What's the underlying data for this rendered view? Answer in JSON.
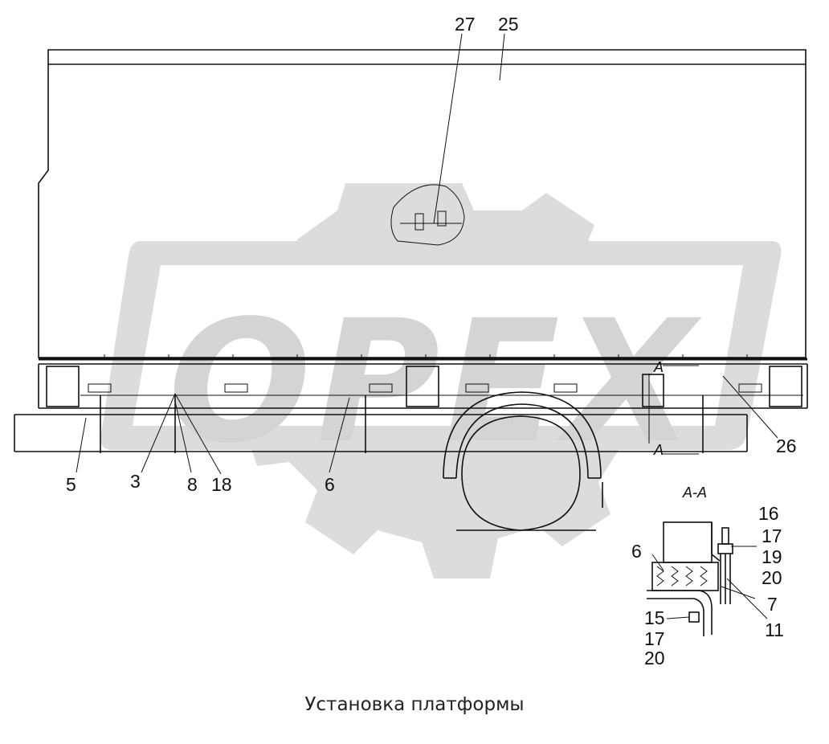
{
  "caption": "Установка платформы",
  "section_label": "A-A",
  "section_markers": [
    "A",
    "A"
  ],
  "callouts_main": [
    "27",
    "25",
    "26",
    "5",
    "3",
    "8",
    "18",
    "6"
  ],
  "callouts_section": [
    "16",
    "17",
    "19",
    "20",
    "6",
    "7",
    "15",
    "11",
    "17",
    "20"
  ],
  "watermark_text": "ОРЕХ",
  "colors": {
    "line": "#111111",
    "watermark": "#d9d9d9",
    "background": "#ffffff"
  }
}
